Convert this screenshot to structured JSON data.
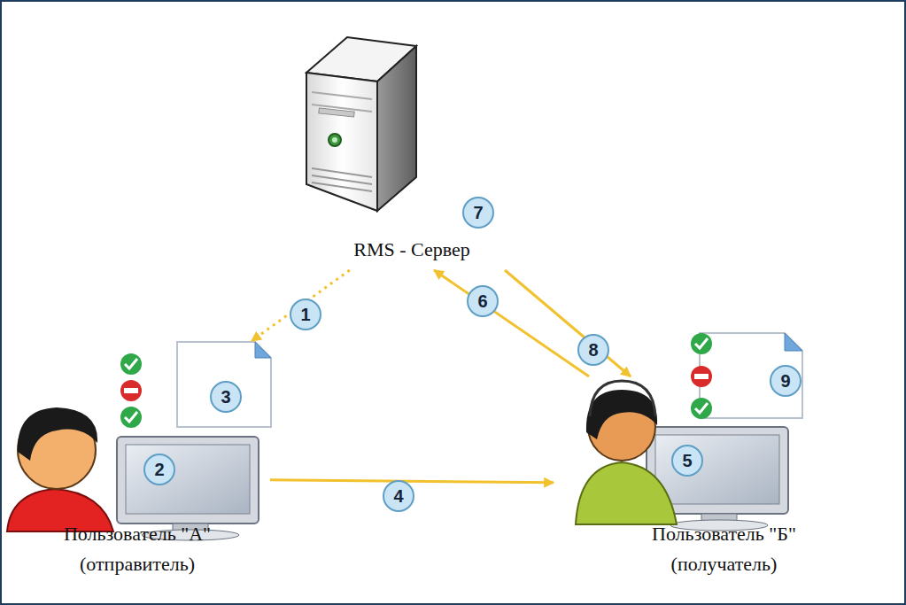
{
  "diagram": {
    "nodes": [
      {
        "text": [
          "RMS - Сервер"
        ]
      },
      {
        "text": [
          "Пользователь \"А\" (отправитель)"
        ]
      },
      {
        "text": [
          "Пользователь \"Б\" (получатель)"
        ]
      }
    ],
    "edges": [
      {
        "from": 0,
        "to": 1,
        "arrow": "to",
        "label": "1"
      },
      {
        "from": 1,
        "to": 2,
        "arrow": "to",
        "label": "4"
      },
      {
        "from": 2,
        "to": 0,
        "arrow": "to",
        "label": "6"
      },
      {
        "from": 0,
        "to": 2,
        "arrow": "to",
        "label": "8"
      }
    ],
    "labels": [
      "7",
      "3",
      "2",
      "5",
      "9"
    ]
  }
}
